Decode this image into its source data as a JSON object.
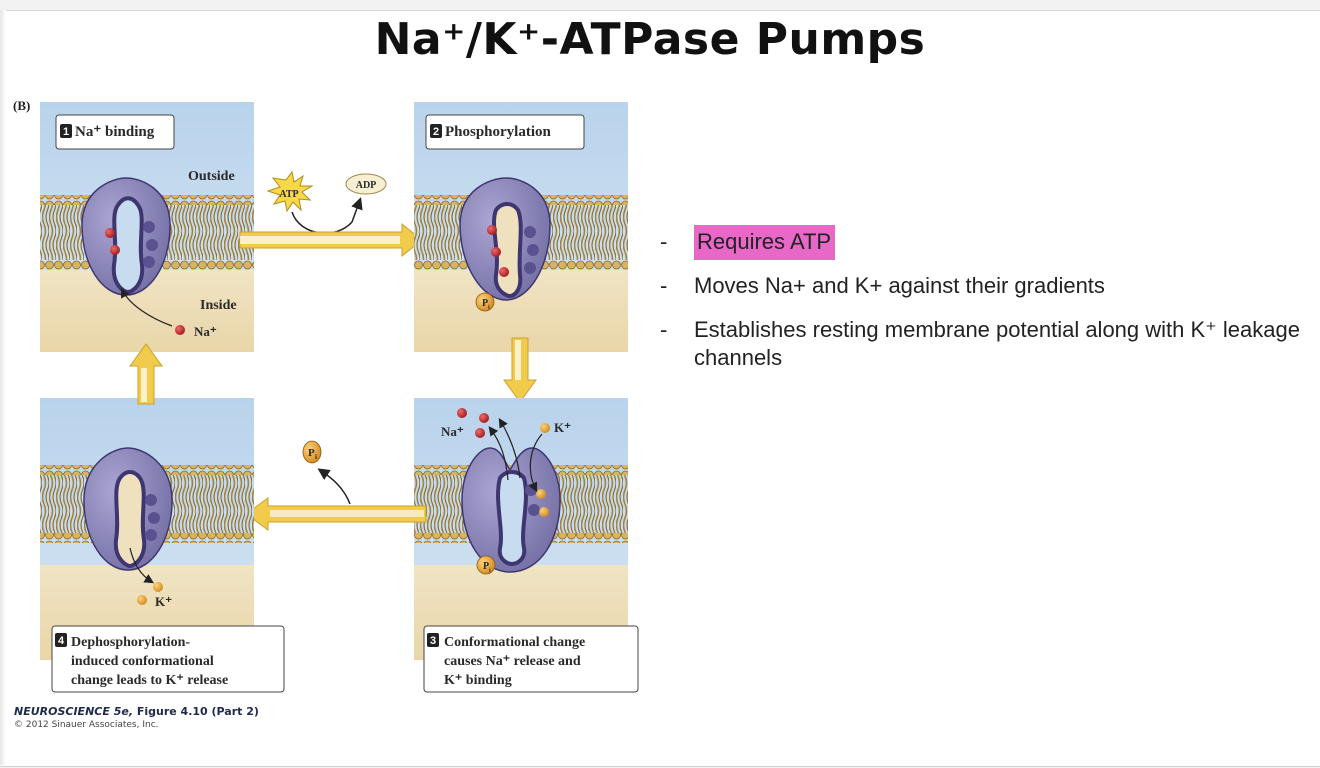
{
  "slide": {
    "title": "Na⁺/K⁺-ATPase Pumps",
    "panel_letter": "(B)"
  },
  "figure": {
    "steps": [
      {
        "number": "1",
        "label": "Na⁺ binding"
      },
      {
        "number": "2",
        "label": "Phosphorylation"
      },
      {
        "number": "3",
        "label_lines": [
          "Conformational change",
          "causes Na⁺ release and",
          "K⁺ binding"
        ]
      },
      {
        "number": "4",
        "label_lines": [
          "Dephosphorylation-",
          "induced conformational",
          "change leads to K⁺ release"
        ]
      }
    ],
    "labels": {
      "outside": "Outside",
      "inside": "Inside",
      "atp": "ATP",
      "adp": "ADP",
      "pi_letter": "P",
      "pi_sub": "i",
      "na_ion": "Na⁺",
      "k_ion": "K⁺"
    },
    "colors": {
      "water": "#c7dcef",
      "cytoplasm": "#efe1be",
      "lipid_head": "#c9a24a",
      "lipid_tail": "#a5823a",
      "protein": "#8c86b8",
      "protein_edge": "#3e3670",
      "sodium": "#c0282d",
      "potassium": "#e8a23a",
      "arrow": "#f1cc4c",
      "highlight": "#e868c8"
    }
  },
  "caption": {
    "source": "NEUROSCIENCE 5e,",
    "figure_ref": "Figure 4.10 (Part 2)",
    "copyright": "© 2012 Sinauer Associates, Inc."
  },
  "bullets": [
    {
      "dash": "-",
      "text": "Requires ATP",
      "highlighted": true
    },
    {
      "dash": "-",
      "text": "Moves Na+ and K+ against their gradients"
    },
    {
      "dash": "-",
      "text": "Establishes resting membrane potential along with K⁺ leakage channels"
    }
  ]
}
